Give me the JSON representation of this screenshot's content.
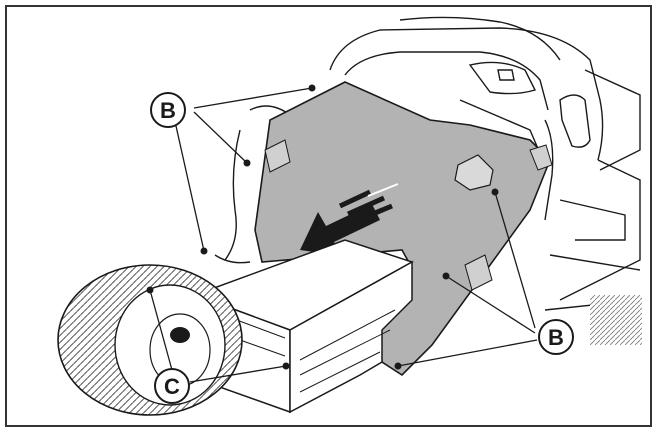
{
  "figure": {
    "callouts": [
      {
        "id": "b-top",
        "label": "B"
      },
      {
        "id": "b-bottom",
        "label": "B"
      },
      {
        "id": "c",
        "label": "C"
      }
    ]
  },
  "colors": {
    "cover": "#b3b3b3",
    "line": "#1a1a1a",
    "frame": "#333333",
    "background": "#ffffff"
  },
  "icons": [
    "screw-icon",
    "direction-arrow-icon",
    "wheel-icon"
  ]
}
